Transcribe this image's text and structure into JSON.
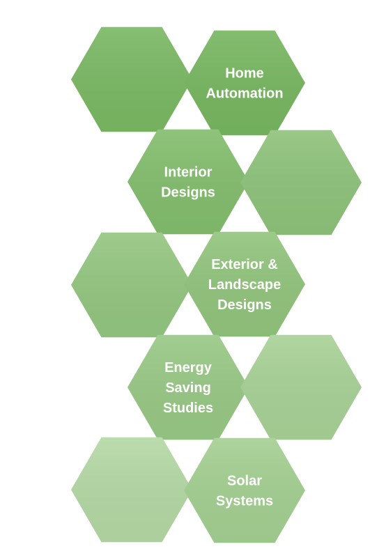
{
  "diagram": {
    "hexagons": [
      {
        "id": "hex-1",
        "label_lines": [],
        "color": "#7ab863"
      },
      {
        "id": "hex-2",
        "label_lines": [
          "Home",
          "Automation"
        ],
        "color": "#77b660"
      },
      {
        "id": "hex-3",
        "label_lines": [
          "Interior",
          "Designs"
        ],
        "color": "#83bd6d"
      },
      {
        "id": "hex-4",
        "label_lines": [],
        "color": "#8ec27a"
      },
      {
        "id": "hex-5",
        "label_lines": [],
        "color": "#94c680"
      },
      {
        "id": "hex-6",
        "label_lines": [
          "Exterior &",
          "Landscape",
          "Designs"
        ],
        "color": "#91c47c"
      },
      {
        "id": "hex-7",
        "label_lines": [
          "Energy",
          "Saving",
          "Studies"
        ],
        "color": "#98c885"
      },
      {
        "id": "hex-8",
        "label_lines": [],
        "color": "#a8d196"
      },
      {
        "id": "hex-9",
        "label_lines": [],
        "color": "#b4d8a4"
      },
      {
        "id": "hex-10",
        "label_lines": [
          "Solar",
          "Systems"
        ],
        "color": "#a3cf91"
      }
    ]
  }
}
